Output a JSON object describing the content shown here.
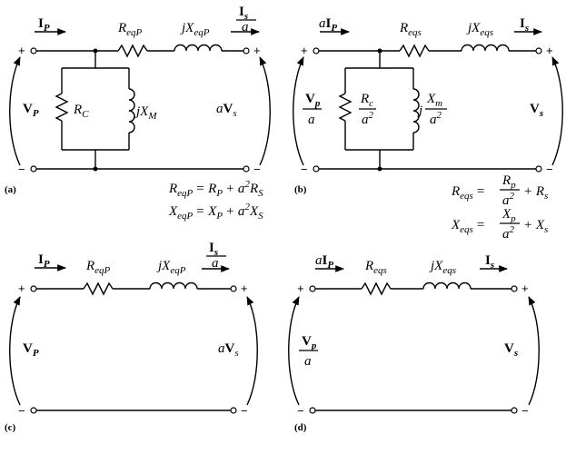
{
  "panels": [
    {
      "id": "(a)",
      "current_in": "I",
      "current_in_sub": "P",
      "r_label": "R",
      "r_sub": "eqP",
      "x_label": "jX",
      "x_sub": "eqP",
      "i_out_num": "I",
      "i_out_num_sub": "s",
      "i_out_den": "a",
      "v_in": "V",
      "v_in_sub": "P",
      "v_out_prefix": "a",
      "v_out": "V",
      "v_out_sub": "s",
      "rc_label": "R",
      "rc_sub": "C",
      "xm_label": "jX",
      "xm_sub": "M",
      "eq1_lhs": "R",
      "eq1_lhs_sub": "eqP",
      "eq1_rhs": "= R",
      "eq1_rhs_sub": "P",
      "eq1_rhs2": "+ a",
      "eq1_rhs2_sup": "2",
      "eq1_rhs3": "R",
      "eq1_rhs3_sub": "S",
      "eq2_lhs": "X",
      "eq2_lhs_sub": "eqP",
      "eq2_rhs": "= X",
      "eq2_rhs_sub": "P",
      "eq2_rhs2": "+ a",
      "eq2_rhs2_sup": "2",
      "eq2_rhs3": "X",
      "eq2_rhs3_sub": "S"
    },
    {
      "id": "(b)",
      "current_in_prefix": "a",
      "current_in": "I",
      "current_in_sub": "P",
      "r_label": "R",
      "r_sub": "eqs",
      "x_label": "jX",
      "x_sub": "eqs",
      "i_out": "I",
      "i_out_sub": "s",
      "v_in_num": "V",
      "v_in_num_sub": "p",
      "v_in_den": "a",
      "v_out": "V",
      "v_out_sub": "s",
      "rc_num": "R",
      "rc_num_sub": "c",
      "rc_den": "a",
      "rc_den_sup": "2",
      "xm_prefix": "j",
      "xm_num": "X",
      "xm_num_sub": "m",
      "xm_den": "a",
      "xm_den_sup": "2",
      "eq1_lhs": "R",
      "eq1_lhs_sub": "eqs",
      "eq1_eq": "=",
      "eq1_num": "R",
      "eq1_num_sub": "p",
      "eq1_den": "a",
      "eq1_den_sup": "2",
      "eq1_tail": "+ R",
      "eq1_tail_sub": "s",
      "eq2_lhs": "X",
      "eq2_lhs_sub": "eqs",
      "eq2_eq": "=",
      "eq2_num": "X",
      "eq2_num_sub": "p",
      "eq2_den": "a",
      "eq2_den_sup": "2",
      "eq2_tail": "+ X",
      "eq2_tail_sub": "s"
    },
    {
      "id": "(c)",
      "current_in": "I",
      "current_in_sub": "P",
      "r_label": "R",
      "r_sub": "eqP",
      "x_label": "jX",
      "x_sub": "eqP",
      "i_out_num": "I",
      "i_out_num_sub": "s",
      "i_out_den": "a",
      "v_in": "V",
      "v_in_sub": "P",
      "v_out_prefix": "a",
      "v_out": "V",
      "v_out_sub": "s"
    },
    {
      "id": "(d)",
      "current_in_prefix": "a",
      "current_in": "I",
      "current_in_sub": "P",
      "r_label": "R",
      "r_sub": "eqs",
      "x_label": "jX",
      "x_sub": "eqs",
      "i_out": "I",
      "i_out_sub": "s",
      "v_in_num": "V",
      "v_in_num_sub": "p",
      "v_in_den": "a",
      "v_out": "V",
      "v_out_sub": "s"
    }
  ],
  "signs": {
    "plus": "+",
    "minus": "−"
  }
}
